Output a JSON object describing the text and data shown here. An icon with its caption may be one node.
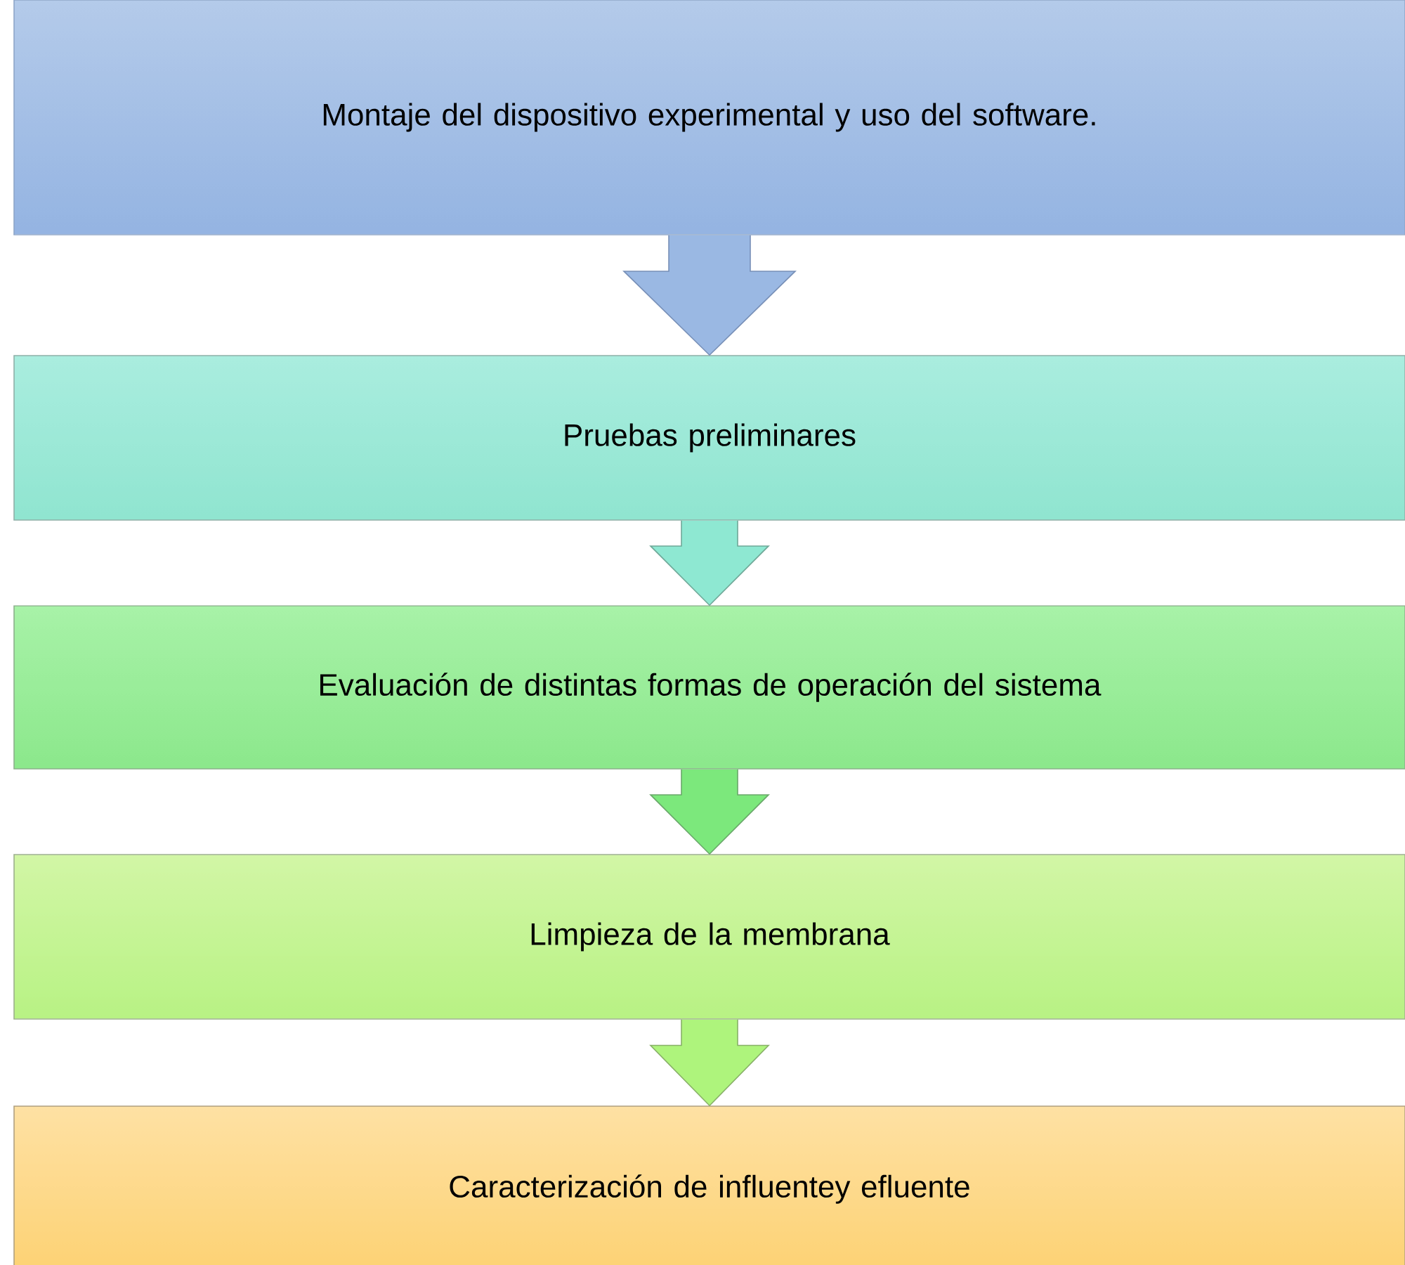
{
  "diagram": {
    "nodes": [
      {
        "text": [
          "Montaje del dispositivo experimental y uso del software."
        ]
      },
      {
        "text": [
          "Pruebas preliminares"
        ]
      },
      {
        "text": [
          "Evaluación de distintas formas de operación del sistema"
        ]
      },
      {
        "text": [
          "Limpieza de la membrana"
        ]
      },
      {
        "text": [
          "Caracterización de influentey efluente"
        ]
      }
    ],
    "edges": [
      {
        "from": 0,
        "to": 1,
        "arrow": "to"
      },
      {
        "from": 1,
        "to": 2,
        "arrow": "to"
      },
      {
        "from": 2,
        "to": 3,
        "arrow": "to"
      },
      {
        "from": 3,
        "to": 4,
        "arrow": "to"
      }
    ]
  }
}
